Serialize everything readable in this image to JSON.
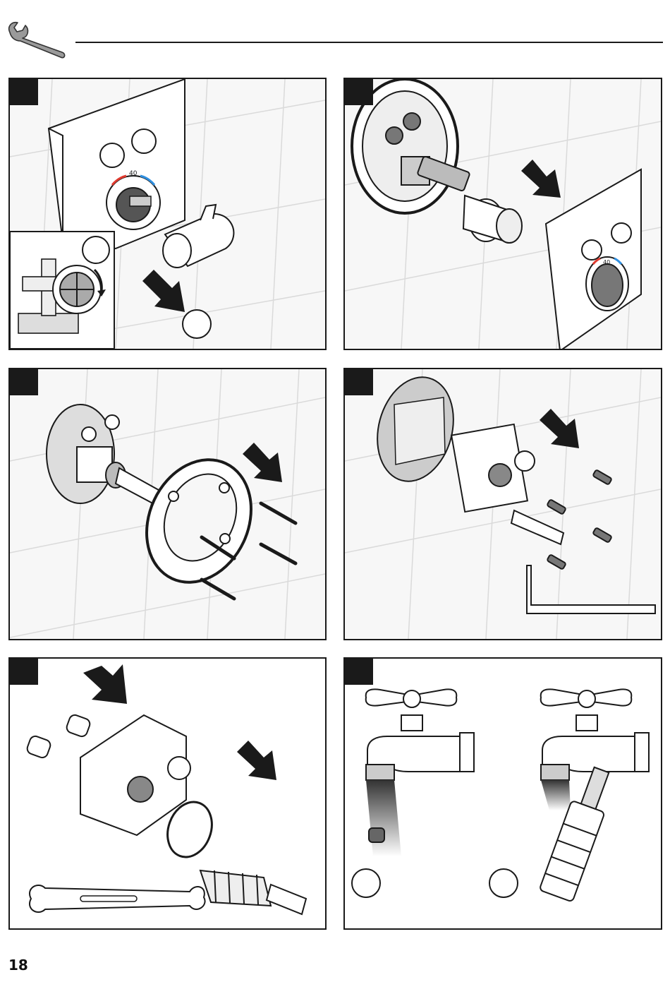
{
  "page": {
    "number": "18"
  },
  "header": {
    "icon": "wrench-icon"
  },
  "colors": {
    "ink": "#1a1a1a",
    "tile_bg": "#f7f7f7",
    "tile_line": "#d8d8d8",
    "hot": "#e03a2f",
    "cold": "#2f8fe0"
  },
  "panels": [
    {
      "id": "remove-handle",
      "thermo_label": "40"
    },
    {
      "id": "remove-trim-plate",
      "thermo_label": "40"
    },
    {
      "id": "remove-mounting-ring"
    },
    {
      "id": "remove-valve-body"
    },
    {
      "id": "remove-cartridge"
    },
    {
      "id": "flush-supply"
    }
  ]
}
